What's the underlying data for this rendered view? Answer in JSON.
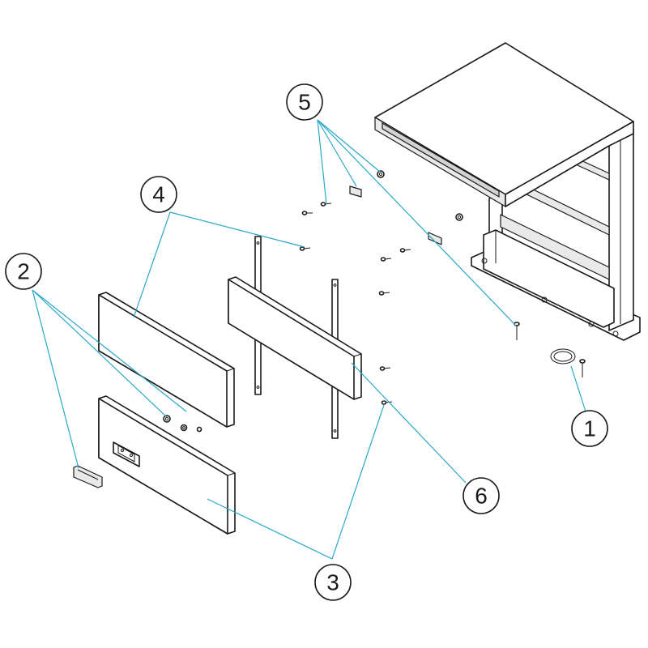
{
  "colors": {
    "leader_line": "#2aa8c9",
    "outline": "#1a1a1a",
    "background": "#ffffff"
  },
  "callouts": [
    {
      "id": "1",
      "label": "1"
    },
    {
      "id": "2",
      "label": "2"
    },
    {
      "id": "3",
      "label": "3"
    },
    {
      "id": "4",
      "label": "4"
    },
    {
      "id": "5",
      "label": "5"
    },
    {
      "id": "6",
      "label": "6"
    }
  ]
}
